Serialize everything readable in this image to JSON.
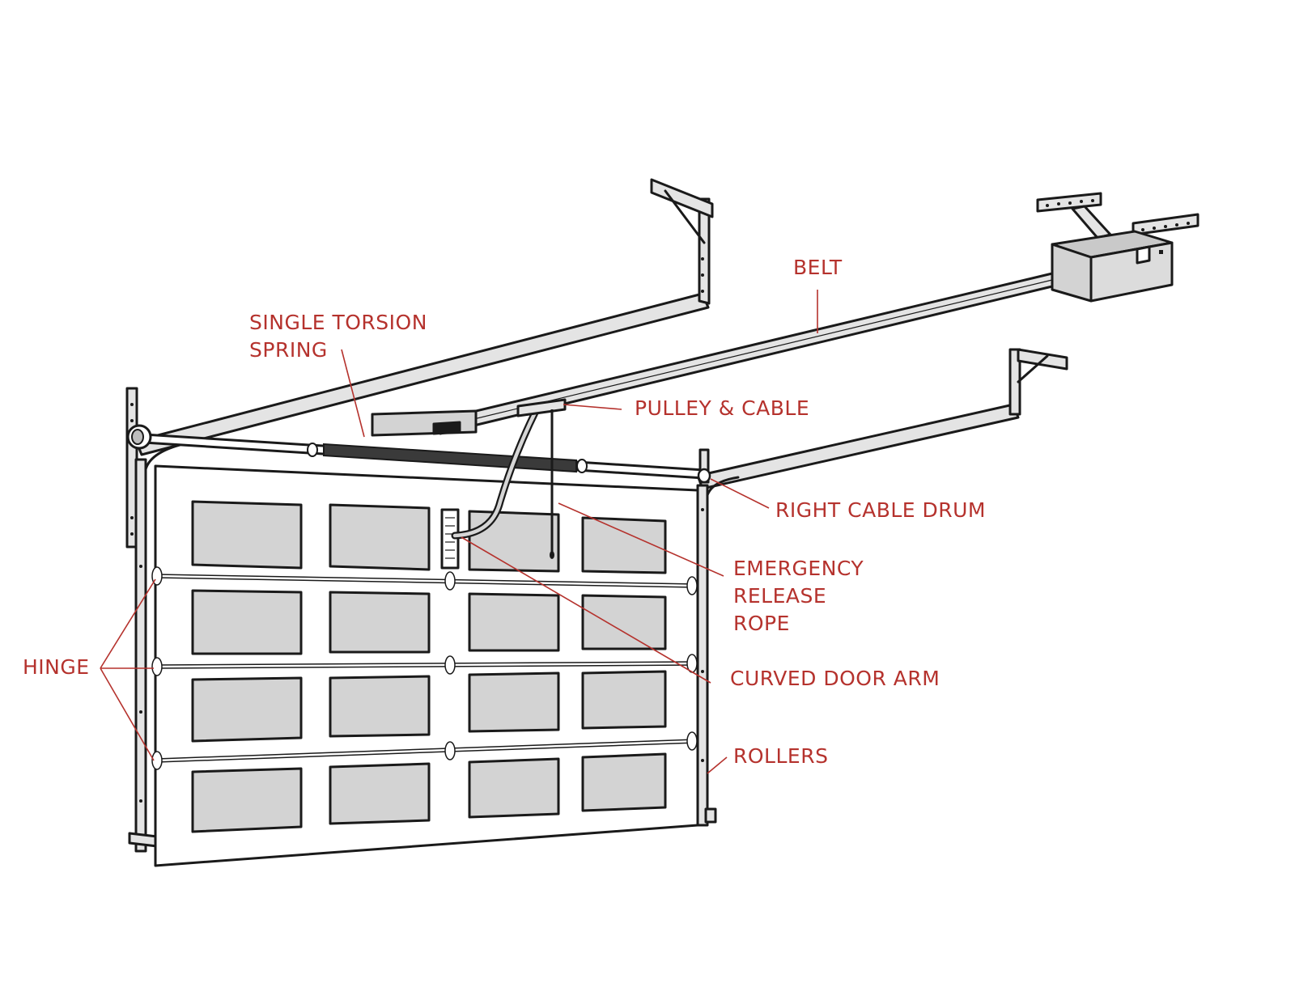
{
  "colors": {
    "label": "#b5322d",
    "leader": "#b5322d",
    "outline": "#1a1a1a",
    "panel": "#d3d3d3",
    "rail": "#d6d6d6"
  },
  "labels": {
    "belt": "BELT",
    "spring_line1": "SINGLE TORSION",
    "spring_line2": "SPRING",
    "pulley": "PULLEY & CABLE",
    "drum": "RIGHT CABLE DRUM",
    "release_line1": "EMERGENCY",
    "release_line2": "RELEASE",
    "release_line3": "ROPE",
    "arm": "CURVED DOOR ARM",
    "rollers": "ROLLERS",
    "hinge": "HINGE"
  }
}
